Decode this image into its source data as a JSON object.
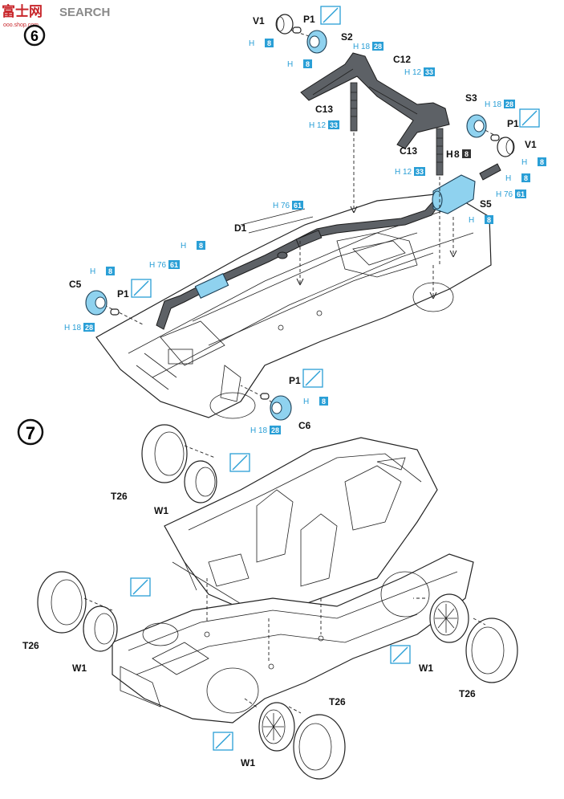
{
  "watermark": {
    "brand_glyphs": "富士网",
    "brand_text": "SEARCH",
    "url": "ooo.shop.com"
  },
  "steps": {
    "step6": {
      "number": "6"
    },
    "step7": {
      "number": "7"
    }
  },
  "parts": {
    "V1": "V1",
    "P1": "P1",
    "S2": "S2",
    "C12": "C12",
    "C13": "C13",
    "S3": "S3",
    "S5": "S5",
    "D1": "D1",
    "C5": "C5",
    "C6": "C6",
    "T26": "T26",
    "W1": "W1"
  },
  "paint_codes": {
    "h8": {
      "prefix": "H",
      "num": "8"
    },
    "h28": {
      "prefix": "H",
      "num": "18",
      "num2": "28"
    },
    "h33": {
      "prefix": "H",
      "num": "12",
      "num2": "33"
    },
    "h61": {
      "prefix": "H",
      "num": "76",
      "num2": "61"
    }
  },
  "colors": {
    "paint_blue": "#2a9fd6",
    "part_highlight": "#8fd2ef",
    "part_dark": "#5d6166"
  },
  "icons": [
    "no-cement-icon",
    "arrow-icon",
    "step-circle-icon"
  ]
}
